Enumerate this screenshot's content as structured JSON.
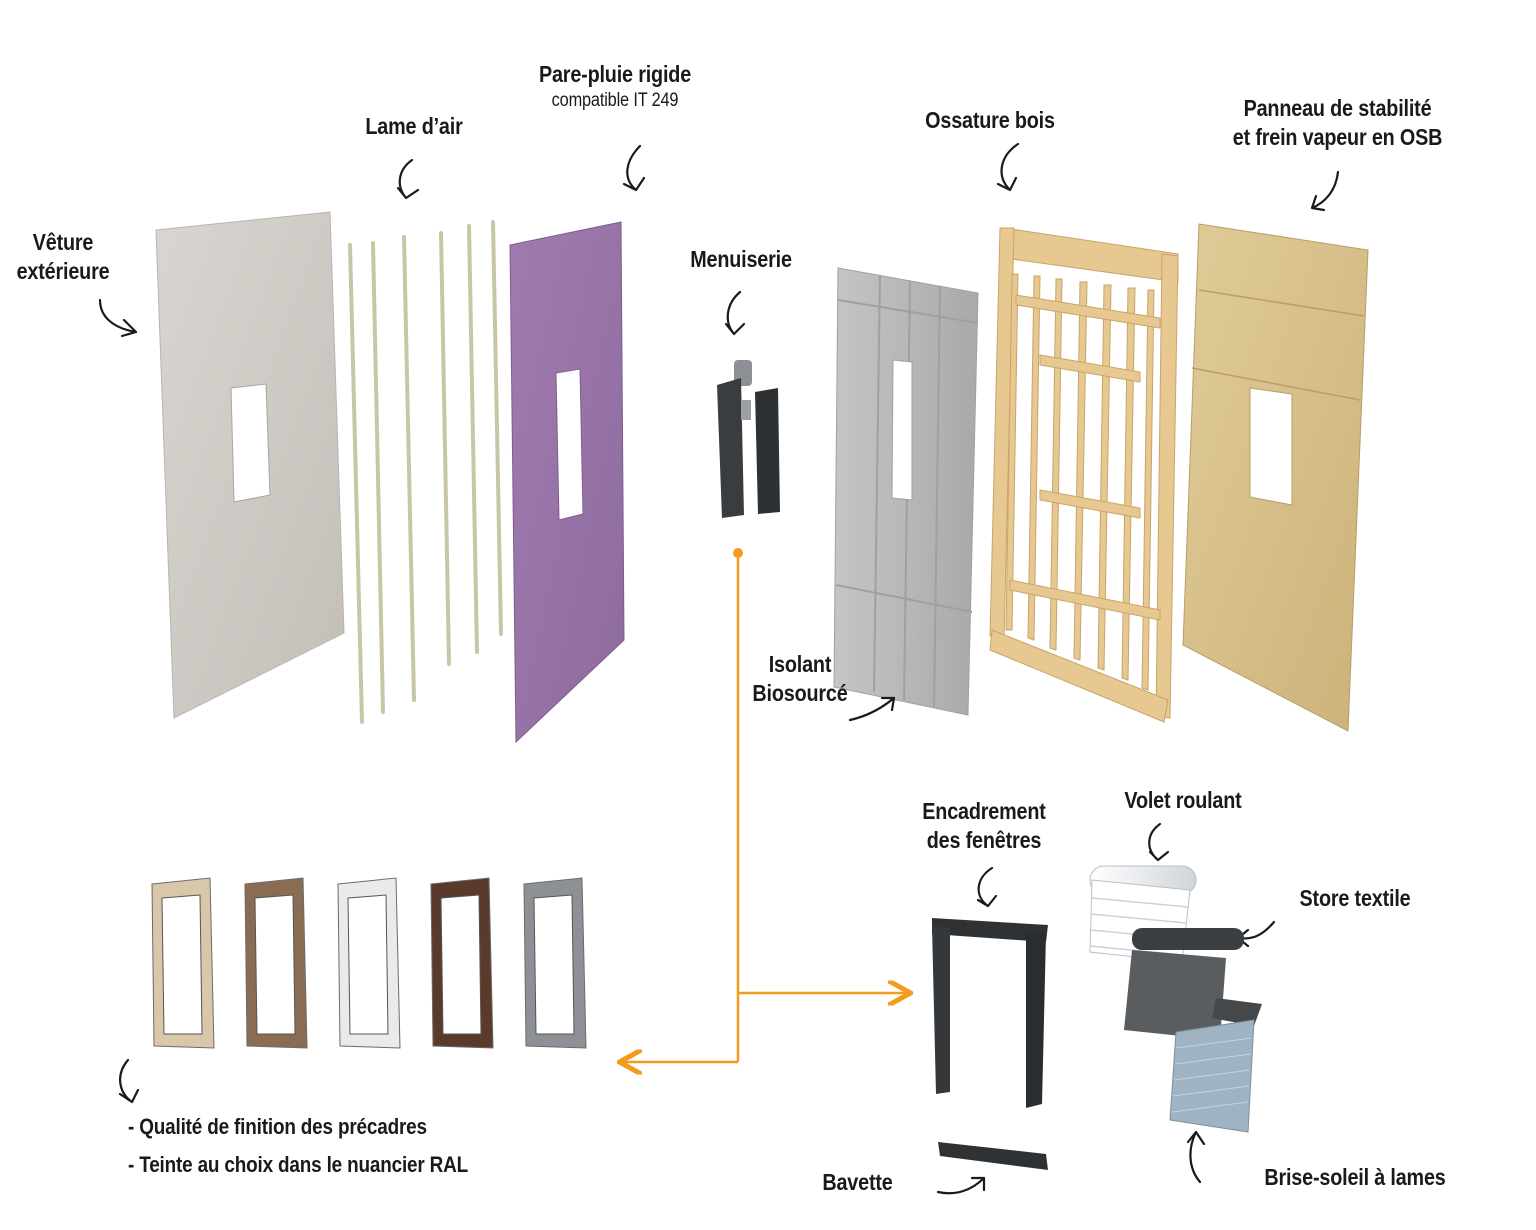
{
  "labels": {
    "veture_line1": "Vêture",
    "veture_line2": "extérieure",
    "lame_air": "Lame d’air",
    "pare_pluie": "Pare-pluie rigide",
    "pare_pluie_sub": "compatible IT 249",
    "menuiserie": "Menuiserie",
    "ossature": "Ossature bois",
    "panneau_line1": "Panneau de stabilité",
    "panneau_line2": "et frein vapeur en OSB",
    "isolant_line1": "Isolant",
    "isolant_line2": "Biosourcé",
    "encadrement_line1": "Encadrement",
    "encadrement_line2": "des fenêtres",
    "volet": "Volet roulant",
    "store": "Store textile",
    "bavette": "Bavette",
    "brise": "Brise-soleil à lames"
  },
  "bullets": [
    "- Qualité de finition des précadres",
    "- Teinte au choix dans le nuancier RAL"
  ],
  "frame_colors": [
    "#d8c7a8",
    "#8a6c52",
    "#e8eaec",
    "#5a3a2a",
    "#8d9196"
  ],
  "colors": {
    "accent": "#f29b1d",
    "veture": "#cfcac4",
    "pare_pluie": "#9a74a8",
    "isolant": "#b6b8ba",
    "wood": "#e4c58c",
    "osb": "#d8c08a",
    "dark_frame": "#2f3234"
  }
}
